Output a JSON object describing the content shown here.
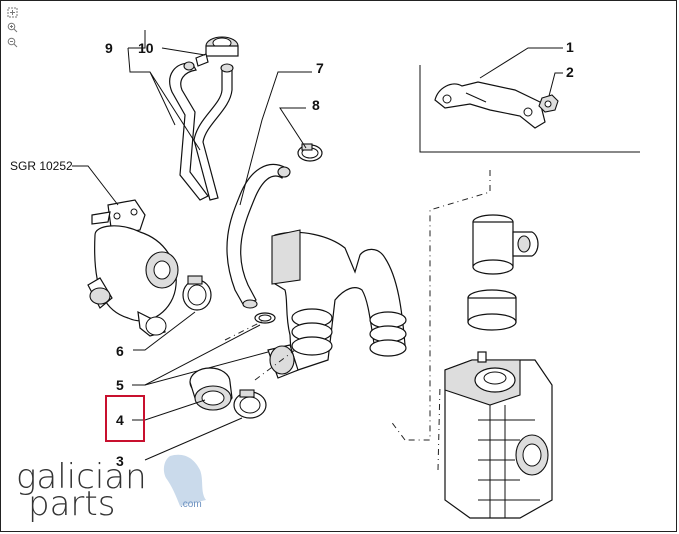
{
  "toolbar": {
    "tools": [
      {
        "name": "fit-icon",
        "title": ""
      },
      {
        "name": "zoom-in-icon",
        "title": ""
      },
      {
        "name": "zoom-out-icon",
        "title": ""
      }
    ]
  },
  "callouts": {
    "c1": "1",
    "c2": "2",
    "c4": "4",
    "c5": "5",
    "c6": "6",
    "c7": "7",
    "c8": "8",
    "c9": "9",
    "c10": "10",
    "c3": "3",
    "ref": "SGR 10252"
  },
  "logo": {
    "line1": "galician",
    "line2": "parts",
    "suffix": ".com"
  },
  "colors": {
    "highlight": "#c8102e",
    "logo_accent": "#6a8fbf"
  }
}
